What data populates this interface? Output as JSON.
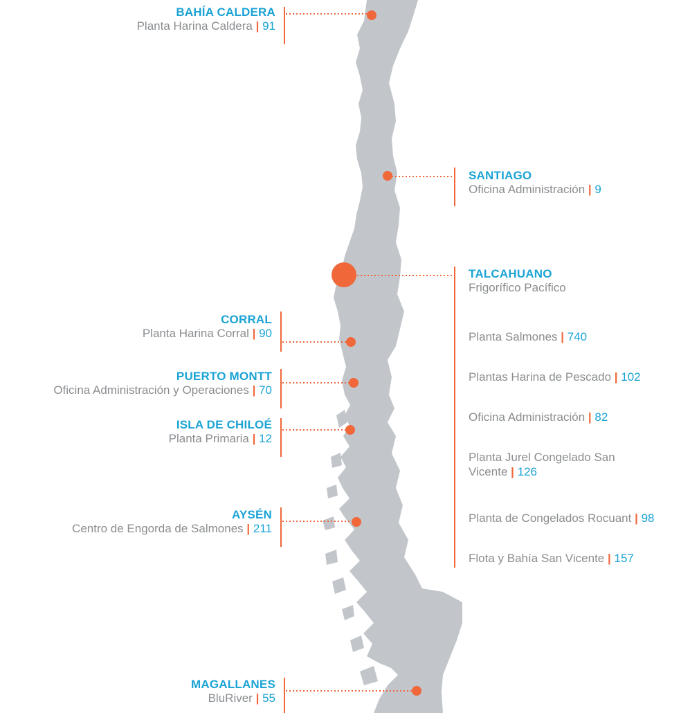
{
  "colors": {
    "land": "#c2c6cb",
    "accent": "#f0673a",
    "name_text": "#1aa3d4",
    "desc_text": "#8a8d90",
    "count_text": "#1aa3d4"
  },
  "locations": [
    {
      "id": "bahia-caldera",
      "name": "BAHÍA CALDERA",
      "desc": "Planta Harina Caldera",
      "count": "91"
    },
    {
      "id": "santiago",
      "name": "SANTIAGO",
      "desc": "Oficina Administración",
      "count": "9"
    },
    {
      "id": "talcahuano",
      "name": "TALCAHUANO",
      "desc": "Frigorífico Pacífico",
      "count": ""
    },
    {
      "id": "corral",
      "name": "CORRAL",
      "desc": "Planta Harina Corral",
      "count": "90"
    },
    {
      "id": "puerto-montt",
      "name": "PUERTO MONTT",
      "desc": "Oficina Administración y Operaciones",
      "count": "70"
    },
    {
      "id": "isla-de-chiloe",
      "name": "ISLA DE CHILOÉ",
      "desc": "Planta Primaria",
      "count": "12"
    },
    {
      "id": "aysen",
      "name": "AYSÉN",
      "desc": "Centro de Engorda de Salmones",
      "count": "211"
    },
    {
      "id": "magallanes",
      "name": "MAGALLANES",
      "desc": "BluRiver",
      "count": "55"
    }
  ],
  "talcahuano_items": [
    {
      "desc": "Planta Salmones",
      "count": "740"
    },
    {
      "desc": "Plantas Harina de Pescado",
      "count": "102"
    },
    {
      "desc": "Oficina Administración",
      "count": "82"
    },
    {
      "desc": "Planta Jurel Congelado San Vicente",
      "count": "126"
    },
    {
      "desc": "Planta de Congelados Rocuant",
      "count": "98"
    },
    {
      "desc": "Flota y Bahía San Vicente",
      "count": "157"
    }
  ],
  "separator": "|"
}
